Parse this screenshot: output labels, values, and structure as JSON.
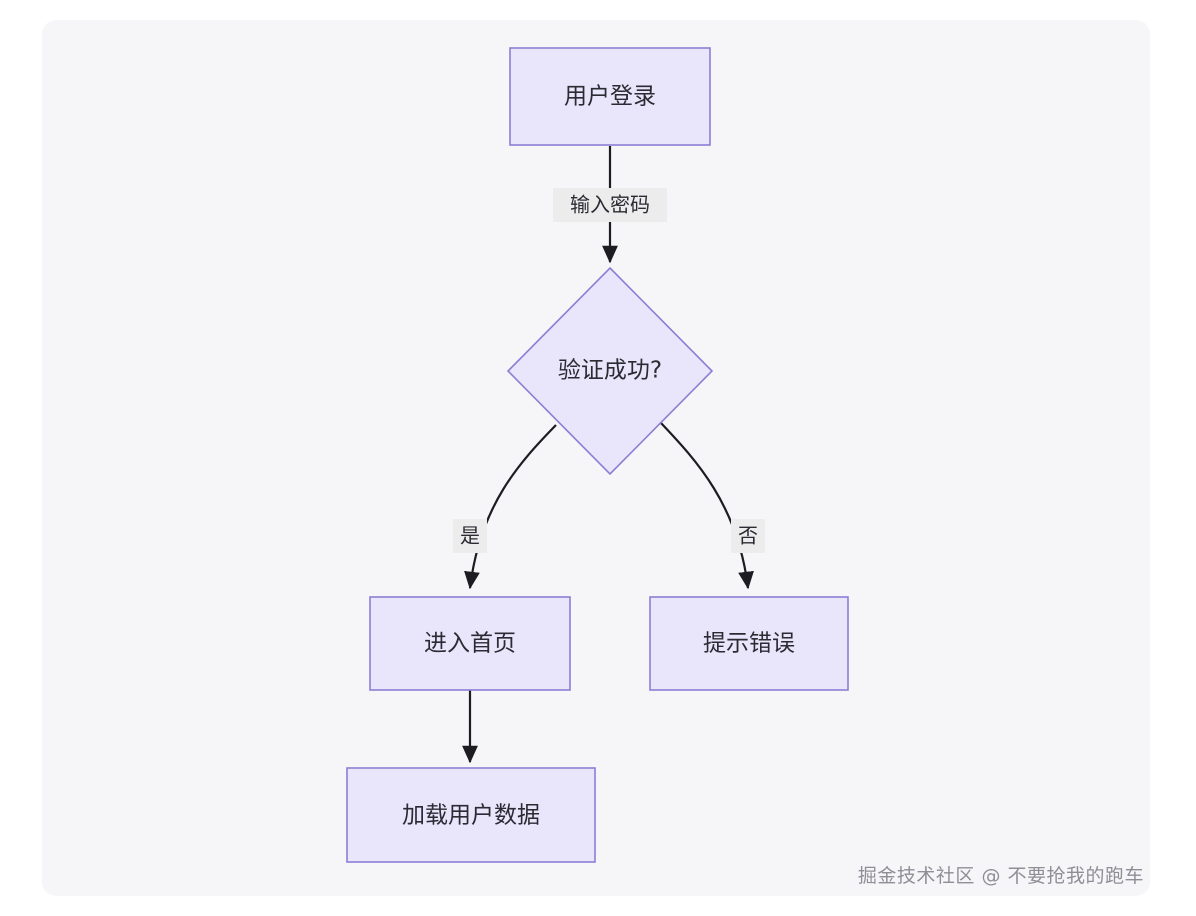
{
  "canvas": {
    "background_color": "#f6f6f8",
    "page_background_color": "#ffffff"
  },
  "theme": {
    "node_fill": "#e9e5fb",
    "node_border": "#8a7fd4",
    "edge_color": "#1c1c22",
    "edge_label_background": "#ececec",
    "text_color": "#2b2b33"
  },
  "chart_data": {
    "type": "flowchart",
    "title": "",
    "direction": "top-down",
    "nodes": [
      {
        "id": "login",
        "label": "用户登录",
        "shape": "rect"
      },
      {
        "id": "verify",
        "label": "验证成功?",
        "shape": "diamond"
      },
      {
        "id": "home",
        "label": "进入首页",
        "shape": "rect"
      },
      {
        "id": "error",
        "label": "提示错误",
        "shape": "rect"
      },
      {
        "id": "load_data",
        "label": "加载用户数据",
        "shape": "rect"
      }
    ],
    "edges": [
      {
        "from": "login",
        "to": "verify",
        "label": "输入密码"
      },
      {
        "from": "verify",
        "to": "home",
        "label": "是"
      },
      {
        "from": "verify",
        "to": "error",
        "label": "否"
      },
      {
        "from": "home",
        "to": "load_data",
        "label": ""
      }
    ]
  },
  "nodes": {
    "login": "用户登录",
    "verify": "验证成功?",
    "home": "进入首页",
    "error": "提示错误",
    "load_data": "加载用户数据"
  },
  "edge_labels": {
    "enter_password": "输入密码",
    "yes": "是",
    "no": "否"
  },
  "watermark": {
    "text": "掘金技术社区 @ 不要抢我的跑车"
  }
}
